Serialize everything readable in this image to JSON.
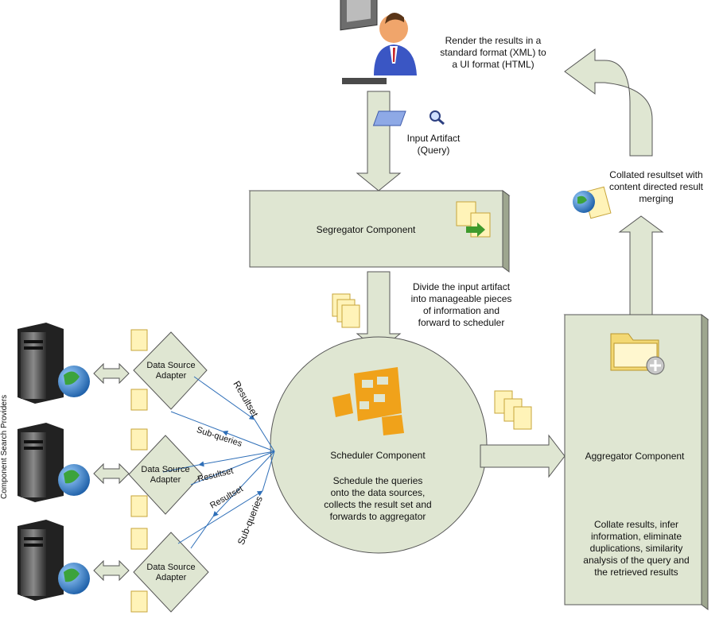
{
  "user": {
    "render_note": "Render the results in a\nstandard format (XML) to\na UI format (HTML)",
    "input_artifact": "Input Artifact\n(Query)"
  },
  "segregator": {
    "title": "Segregator Component",
    "note": "Divide the input artifact\ninto manageable pieces\nof information and\nforward to scheduler"
  },
  "scheduler": {
    "title": "Scheduler Component",
    "description": "Schedule the queries\nonto the data sources,\ncollects the result set and\nforwards to aggregator"
  },
  "aggregator": {
    "title": "Aggregator Component",
    "description": "Collate results, infer\ninformation, eliminate\nduplications, similarity\nanalysis of the query and\nthe retrieved results",
    "collated_note": "Collated resultset with\ncontent directed result\nmerging"
  },
  "providers": {
    "label": "Component Search Providers",
    "adapters": [
      {
        "label": "Data Source\nAdapter"
      },
      {
        "label": "Data Source\nAdapter"
      },
      {
        "label": "Data Source\nAdapter"
      }
    ]
  },
  "links": {
    "resultset": "Resultset",
    "subqueries": "Sub-queries"
  },
  "colors": {
    "box_fill": "#dfe6d2",
    "box_stroke": "#555555",
    "arrow_fill": "#dfe6d2",
    "link_blue": "#2f6fb8",
    "folder_yellow": "#f3d873"
  }
}
